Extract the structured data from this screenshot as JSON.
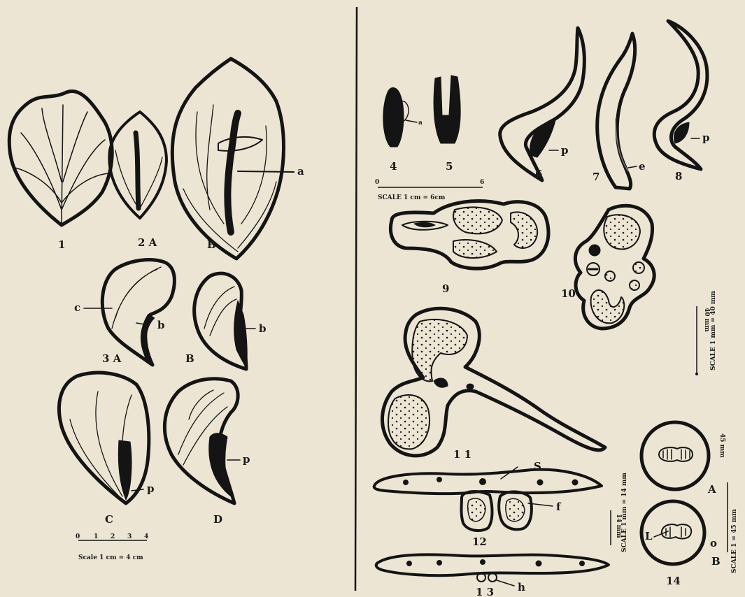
{
  "figures": {
    "f1": "1",
    "f2a": "2 A",
    "f2b": "B",
    "f3a": "3 A",
    "f3b": "B",
    "f3c": "C",
    "f3d": "D",
    "f4": "4",
    "f5": "5",
    "f6": "6",
    "f7": "7",
    "f8": "8",
    "f9": "9",
    "f10": "10",
    "f11": "1 1",
    "f12": "12",
    "f13": "1 3",
    "f14": "14",
    "f14a": "A",
    "f14b": "B"
  },
  "labels": {
    "a_stamen": "a",
    "a_anther": "a",
    "b1": "b",
    "b2": "b",
    "c1": "c",
    "p1": "p",
    "p2": "p",
    "p6": "p",
    "e7": "e",
    "p8": "p",
    "s": "S",
    "f": "f",
    "h": "h",
    "l": "L",
    "o": "o"
  },
  "scales": {
    "left_scale_text": "Scale   1 cm = 4 cm",
    "left_scale_ticks": [
      "0",
      "1",
      "2",
      "3",
      "4"
    ],
    "mid_scale_text": "SCALE  1 cm = 6cm",
    "mid_scale_ticks": [
      "0",
      "6"
    ],
    "right_scale_text": "SCALE   1 mm = 40 mm",
    "right_scale_num": "40 mm",
    "fig12_scale_text": "SCALE  1 mm = 14 mm",
    "fig12_scale_num": "14 mm",
    "fig14_scale_text": "SCALE  1 = 45 mm",
    "fig14_scale_num": "45 mm"
  }
}
